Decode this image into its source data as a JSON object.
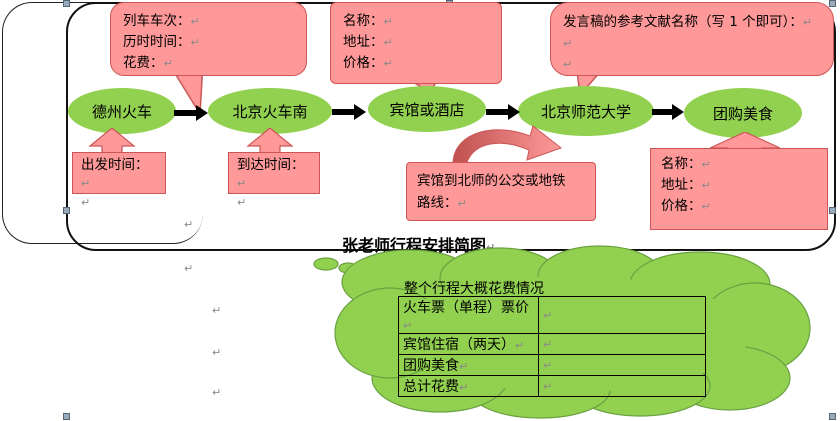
{
  "flow": {
    "nodes": [
      "德州火车",
      "北京火车南",
      "宾馆或酒店",
      "北京师范大学",
      "团购美食"
    ]
  },
  "callouts": {
    "train": {
      "lines": [
        "列车车次：",
        "历时时间：",
        "花费："
      ]
    },
    "hotel": {
      "lines": [
        "名称：",
        "地址：",
        "价格："
      ]
    },
    "reference": {
      "lines": [
        "发言稿的参考文献名称（写 1 个即可）："
      ]
    },
    "depart": {
      "lines": [
        "出发时间："
      ]
    },
    "arrive": {
      "lines": [
        "到达时间："
      ]
    },
    "route": {
      "lines": [
        "宾馆到北师的公交或地铁",
        "路线："
      ]
    },
    "food": {
      "lines": [
        "名称：",
        "地址：",
        "价格："
      ]
    }
  },
  "caption": "张老师行程安排简图",
  "cost_table": {
    "title": "整个行程大概花费情况",
    "rows": [
      "火车票（单程）票价",
      "宾馆住宿（两天）",
      "团购美食",
      "总计花费"
    ]
  },
  "marks": {
    "paragraph": "↵"
  },
  "colors": {
    "green": "#92d050",
    "pink": "#ff9999",
    "arrow": "#000000"
  }
}
